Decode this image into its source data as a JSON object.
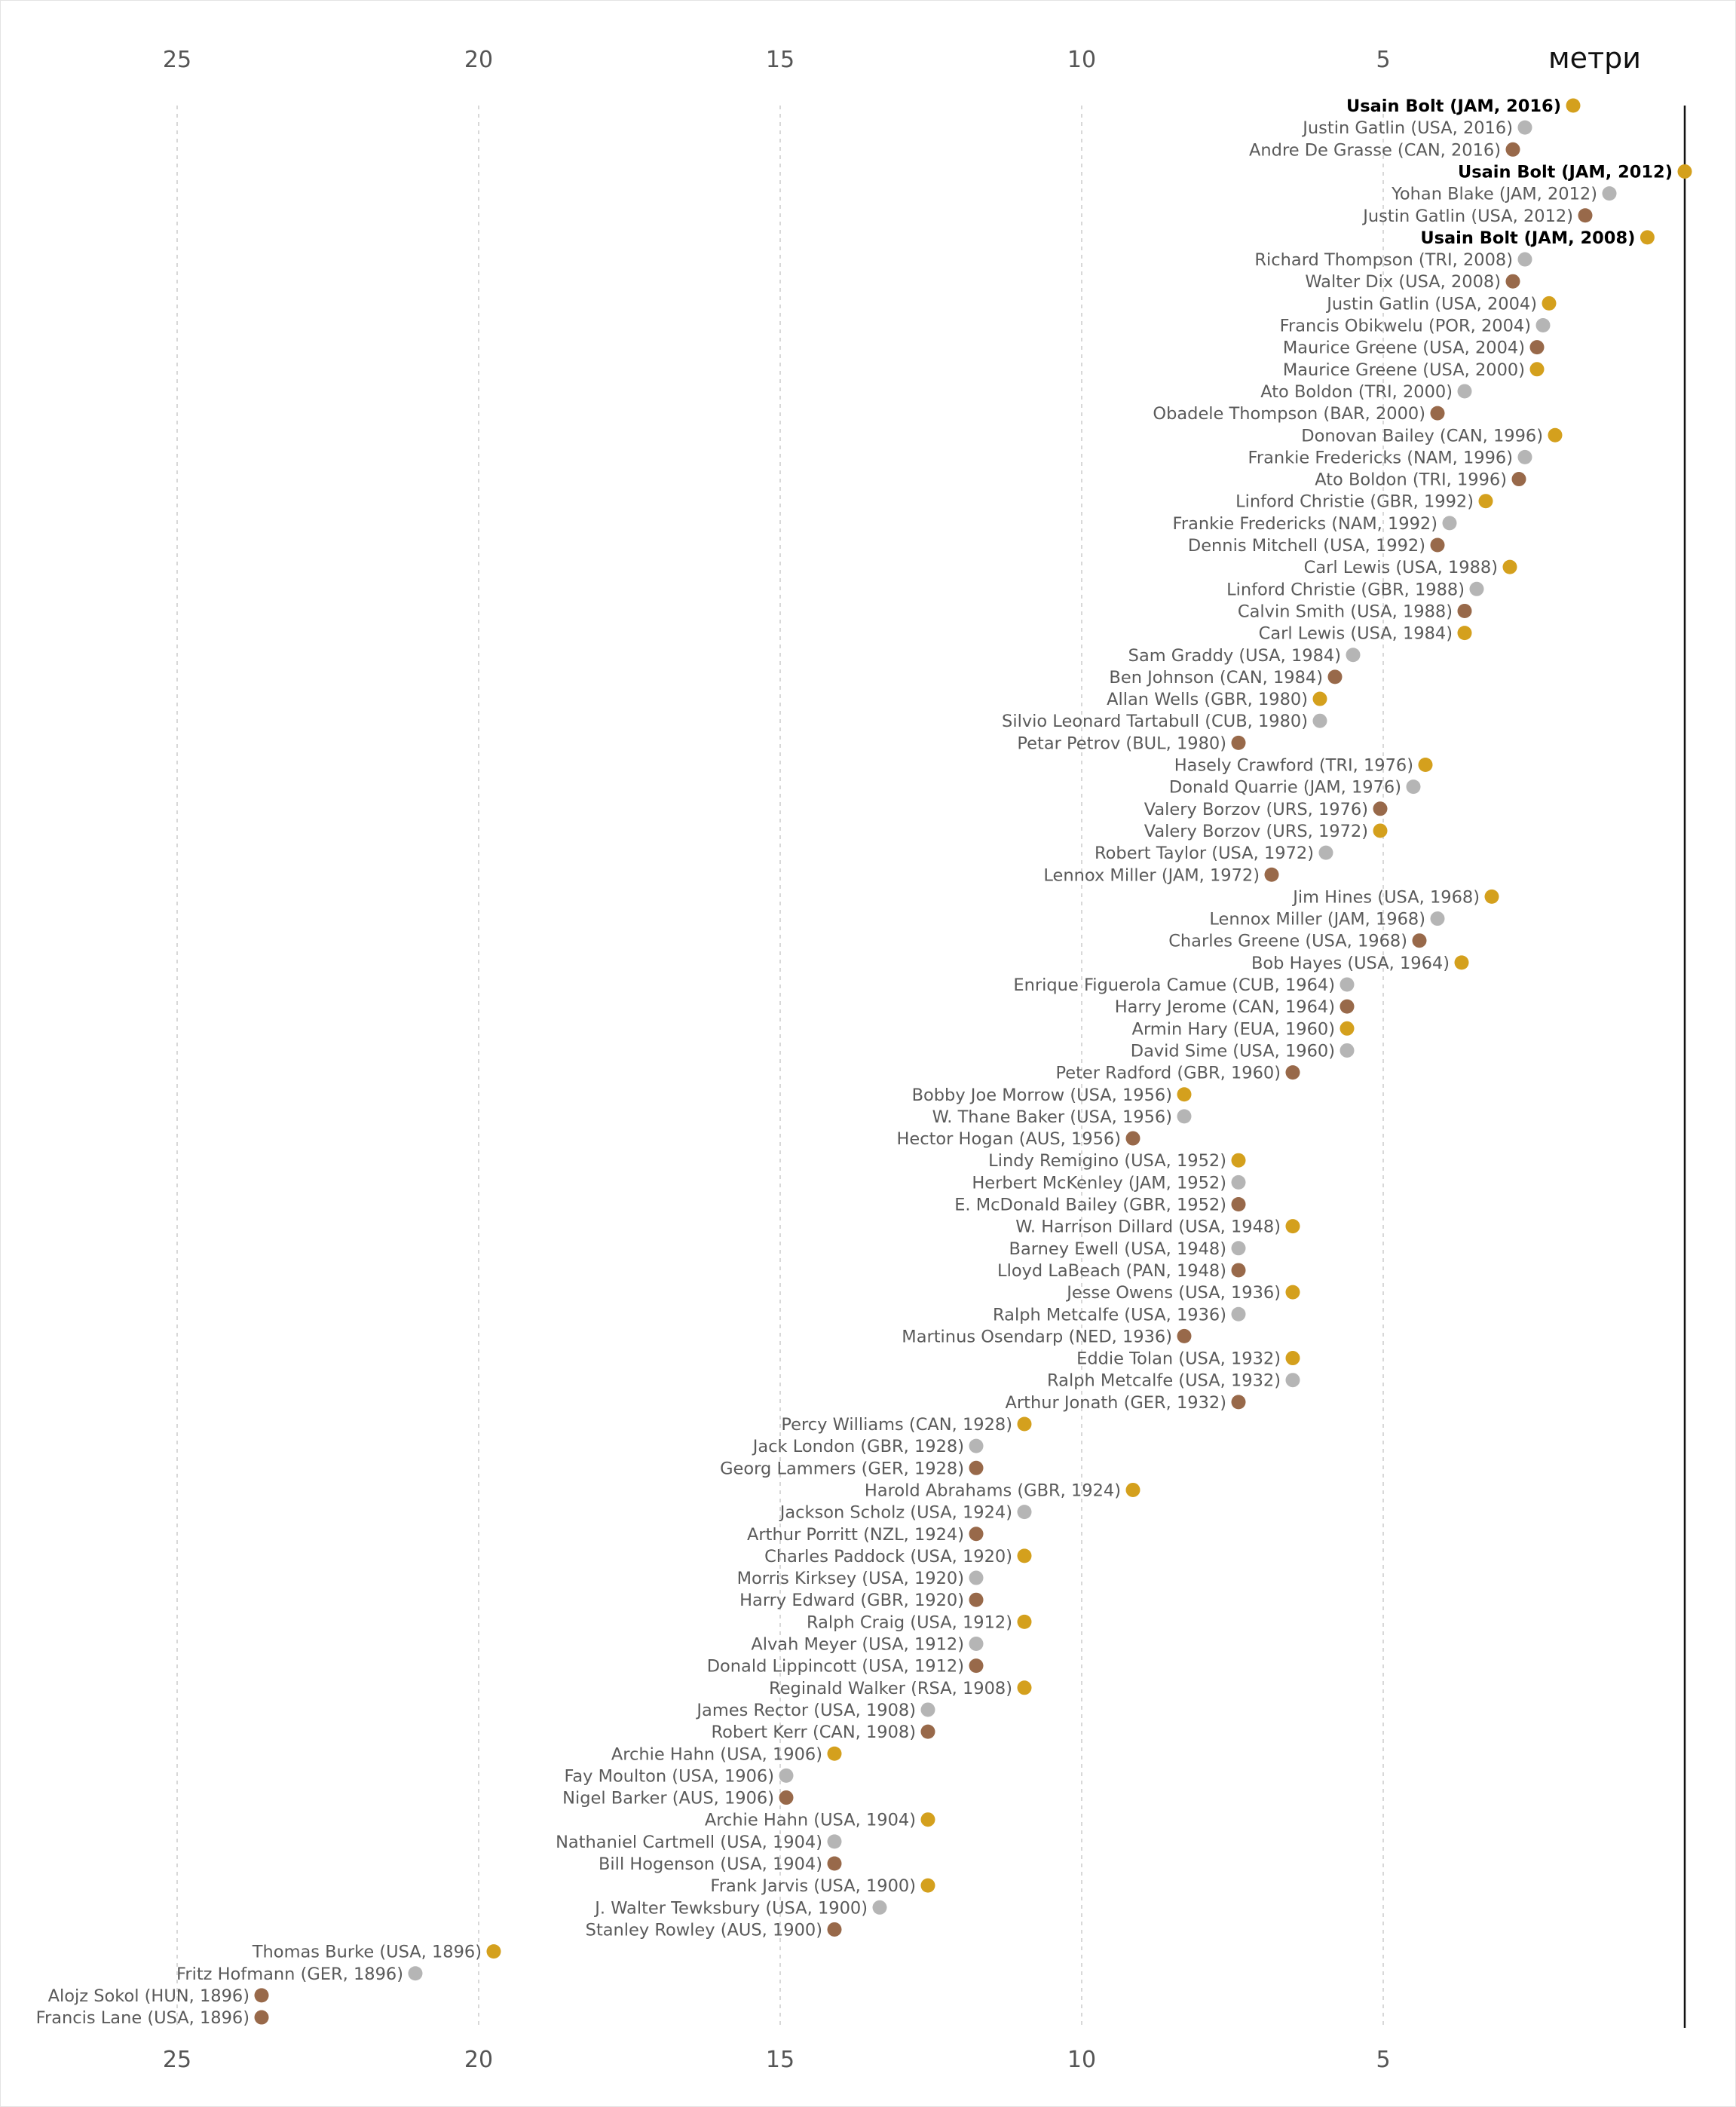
{
  "chart_data": {
    "type": "scatter",
    "xlabel": "метри",
    "x_reversed": true,
    "xlim": [
      0,
      28
    ],
    "xticks": [
      25,
      20,
      15,
      10,
      5
    ],
    "grid": true,
    "medal_colors": {
      "gold": "#d4a01d",
      "silver": "#b5b5b5",
      "bronze": "#98694a"
    },
    "points": [
      {
        "label": "Usain Bolt (JAM, 2016)",
        "behind": 1.85,
        "medal": "gold",
        "highlight": true
      },
      {
        "label": "Justin Gatlin (USA, 2016)",
        "behind": 2.65,
        "medal": "silver"
      },
      {
        "label": "Andre De Grasse (CAN, 2016)",
        "behind": 2.85,
        "medal": "bronze"
      },
      {
        "label": "Usain Bolt (JAM, 2012)",
        "behind": 0.0,
        "medal": "gold",
        "highlight": true
      },
      {
        "label": "Yohan Blake (JAM, 2012)",
        "behind": 1.25,
        "medal": "silver"
      },
      {
        "label": "Justin Gatlin (USA, 2012)",
        "behind": 1.65,
        "medal": "bronze"
      },
      {
        "label": "Usain Bolt (JAM, 2008)",
        "behind": 0.62,
        "medal": "gold",
        "highlight": true
      },
      {
        "label": "Richard Thompson (TRI, 2008)",
        "behind": 2.65,
        "medal": "silver"
      },
      {
        "label": "Walter Dix (USA, 2008)",
        "behind": 2.85,
        "medal": "bronze"
      },
      {
        "label": "Justin Gatlin (USA, 2004)",
        "behind": 2.25,
        "medal": "gold"
      },
      {
        "label": "Francis Obikwelu (POR, 2004)",
        "behind": 2.35,
        "medal": "silver"
      },
      {
        "label": "Maurice Greene (USA, 2004)",
        "behind": 2.45,
        "medal": "bronze"
      },
      {
        "label": "Maurice Greene (USA, 2000)",
        "behind": 2.45,
        "medal": "gold"
      },
      {
        "label": "Ato Boldon (TRI, 2000)",
        "behind": 3.65,
        "medal": "silver"
      },
      {
        "label": "Obadele Thompson (BAR, 2000)",
        "behind": 4.1,
        "medal": "bronze"
      },
      {
        "label": "Donovan Bailey (CAN, 1996)",
        "behind": 2.15,
        "medal": "gold"
      },
      {
        "label": "Frankie Fredericks (NAM, 1996)",
        "behind": 2.65,
        "medal": "silver"
      },
      {
        "label": "Ato Boldon (TRI, 1996)",
        "behind": 2.75,
        "medal": "bronze"
      },
      {
        "label": "Linford Christie (GBR, 1992)",
        "behind": 3.3,
        "medal": "gold"
      },
      {
        "label": "Frankie Fredericks (NAM, 1992)",
        "behind": 3.9,
        "medal": "silver"
      },
      {
        "label": "Dennis Mitchell (USA, 1992)",
        "behind": 4.1,
        "medal": "bronze"
      },
      {
        "label": "Carl Lewis (USA, 1988)",
        "behind": 2.9,
        "medal": "gold"
      },
      {
        "label": "Linford Christie (GBR, 1988)",
        "behind": 3.45,
        "medal": "silver"
      },
      {
        "label": "Calvin Smith (USA, 1988)",
        "behind": 3.65,
        "medal": "bronze"
      },
      {
        "label": "Carl Lewis (USA, 1984)",
        "behind": 3.65,
        "medal": "gold"
      },
      {
        "label": "Sam Graddy (USA, 1984)",
        "behind": 5.5,
        "medal": "silver"
      },
      {
        "label": "Ben Johnson (CAN, 1984)",
        "behind": 5.8,
        "medal": "bronze"
      },
      {
        "label": "Allan Wells (GBR, 1980)",
        "behind": 6.05,
        "medal": "gold"
      },
      {
        "label": "Silvio Leonard Tartabull (CUB, 1980)",
        "behind": 6.05,
        "medal": "silver"
      },
      {
        "label": "Petar Petrov (BUL, 1980)",
        "behind": 7.4,
        "medal": "bronze"
      },
      {
        "label": "Hasely Crawford (TRI, 1976)",
        "behind": 4.3,
        "medal": "gold"
      },
      {
        "label": "Donald Quarrie (JAM, 1976)",
        "behind": 4.5,
        "medal": "silver"
      },
      {
        "label": "Valery Borzov (URS, 1976)",
        "behind": 5.05,
        "medal": "bronze"
      },
      {
        "label": "Valery Borzov (URS, 1972)",
        "behind": 5.05,
        "medal": "gold"
      },
      {
        "label": "Robert Taylor (USA, 1972)",
        "behind": 5.95,
        "medal": "silver"
      },
      {
        "label": "Lennox Miller (JAM, 1972)",
        "behind": 6.85,
        "medal": "bronze"
      },
      {
        "label": "Jim Hines (USA, 1968)",
        "behind": 3.2,
        "medal": "gold"
      },
      {
        "label": "Lennox Miller (JAM, 1968)",
        "behind": 4.1,
        "medal": "silver"
      },
      {
        "label": "Charles Greene (USA, 1968)",
        "behind": 4.4,
        "medal": "bronze"
      },
      {
        "label": "Bob Hayes (USA, 1964)",
        "behind": 3.7,
        "medal": "gold"
      },
      {
        "label": "Enrique Figuerola Camue (CUB, 1964)",
        "behind": 5.6,
        "medal": "silver"
      },
      {
        "label": "Harry Jerome (CAN, 1964)",
        "behind": 5.6,
        "medal": "bronze"
      },
      {
        "label": "Armin Hary (EUA, 1960)",
        "behind": 5.6,
        "medal": "gold"
      },
      {
        "label": "David Sime (USA, 1960)",
        "behind": 5.6,
        "medal": "silver"
      },
      {
        "label": "Peter Radford (GBR, 1960)",
        "behind": 6.5,
        "medal": "bronze"
      },
      {
        "label": "Bobby Joe Morrow (USA, 1956)",
        "behind": 8.3,
        "medal": "gold"
      },
      {
        "label": "W. Thane Baker (USA, 1956)",
        "behind": 8.3,
        "medal": "silver"
      },
      {
        "label": "Hector Hogan (AUS, 1956)",
        "behind": 9.15,
        "medal": "bronze"
      },
      {
        "label": "Lindy Remigino (USA, 1952)",
        "behind": 7.4,
        "medal": "gold"
      },
      {
        "label": "Herbert McKenley (JAM, 1952)",
        "behind": 7.4,
        "medal": "silver"
      },
      {
        "label": "E. McDonald Bailey (GBR, 1952)",
        "behind": 7.4,
        "medal": "bronze"
      },
      {
        "label": "W. Harrison Dillard (USA, 1948)",
        "behind": 6.5,
        "medal": "gold"
      },
      {
        "label": "Barney Ewell (USA, 1948)",
        "behind": 7.4,
        "medal": "silver"
      },
      {
        "label": "Lloyd LaBeach (PAN, 1948)",
        "behind": 7.4,
        "medal": "bronze"
      },
      {
        "label": "Jesse Owens (USA, 1936)",
        "behind": 6.5,
        "medal": "gold"
      },
      {
        "label": "Ralph Metcalfe (USA, 1936)",
        "behind": 7.4,
        "medal": "silver"
      },
      {
        "label": "Martinus Osendarp (NED, 1936)",
        "behind": 8.3,
        "medal": "bronze"
      },
      {
        "label": "Eddie Tolan (USA, 1932)",
        "behind": 6.5,
        "medal": "gold"
      },
      {
        "label": "Ralph Metcalfe (USA, 1932)",
        "behind": 6.5,
        "medal": "silver"
      },
      {
        "label": "Arthur Jonath (GER, 1932)",
        "behind": 7.4,
        "medal": "bronze"
      },
      {
        "label": "Percy Williams (CAN, 1928)",
        "behind": 10.95,
        "medal": "gold"
      },
      {
        "label": "Jack London (GBR, 1928)",
        "behind": 11.75,
        "medal": "silver"
      },
      {
        "label": "Georg Lammers (GER, 1928)",
        "behind": 11.75,
        "medal": "bronze"
      },
      {
        "label": "Harold Abrahams (GBR, 1924)",
        "behind": 9.15,
        "medal": "gold"
      },
      {
        "label": "Jackson Scholz (USA, 1924)",
        "behind": 10.95,
        "medal": "silver"
      },
      {
        "label": "Arthur Porritt (NZL, 1924)",
        "behind": 11.75,
        "medal": "bronze"
      },
      {
        "label": "Charles Paddock (USA, 1920)",
        "behind": 10.95,
        "medal": "gold"
      },
      {
        "label": "Morris Kirksey (USA, 1920)",
        "behind": 11.75,
        "medal": "silver"
      },
      {
        "label": "Harry Edward (GBR, 1920)",
        "behind": 11.75,
        "medal": "bronze"
      },
      {
        "label": "Ralph Craig (USA, 1912)",
        "behind": 10.95,
        "medal": "gold"
      },
      {
        "label": "Alvah Meyer (USA, 1912)",
        "behind": 11.75,
        "medal": "silver"
      },
      {
        "label": "Donald Lippincott (USA, 1912)",
        "behind": 11.75,
        "medal": "bronze"
      },
      {
        "label": "Reginald Walker (RSA, 1908)",
        "behind": 10.95,
        "medal": "gold"
      },
      {
        "label": "James Rector (USA, 1908)",
        "behind": 12.55,
        "medal": "silver"
      },
      {
        "label": "Robert Kerr (CAN, 1908)",
        "behind": 12.55,
        "medal": "bronze"
      },
      {
        "label": "Archie Hahn (USA, 1906)",
        "behind": 14.1,
        "medal": "gold"
      },
      {
        "label": "Fay Moulton (USA, 1906)",
        "behind": 14.9,
        "medal": "silver"
      },
      {
        "label": "Nigel Barker (AUS, 1906)",
        "behind": 14.9,
        "medal": "bronze"
      },
      {
        "label": "Archie Hahn (USA, 1904)",
        "behind": 12.55,
        "medal": "gold"
      },
      {
        "label": "Nathaniel Cartmell (USA, 1904)",
        "behind": 14.1,
        "medal": "silver"
      },
      {
        "label": "Bill Hogenson (USA, 1904)",
        "behind": 14.1,
        "medal": "bronze"
      },
      {
        "label": "Frank Jarvis (USA, 1900)",
        "behind": 12.55,
        "medal": "gold"
      },
      {
        "label": "J. Walter Tewksbury (USA, 1900)",
        "behind": 13.35,
        "medal": "silver"
      },
      {
        "label": "Stanley Rowley (AUS, 1900)",
        "behind": 14.1,
        "medal": "bronze"
      },
      {
        "label": "Thomas Burke (USA, 1896)",
        "behind": 19.75,
        "medal": "gold"
      },
      {
        "label": "Fritz Hofmann (GER, 1896)",
        "behind": 21.05,
        "medal": "silver"
      },
      {
        "label": "Alojz Sokol (HUN, 1896)",
        "behind": 23.6,
        "medal": "bronze"
      },
      {
        "label": "Francis Lane (USA, 1896)",
        "behind": 23.6,
        "medal": "bronze"
      }
    ]
  }
}
